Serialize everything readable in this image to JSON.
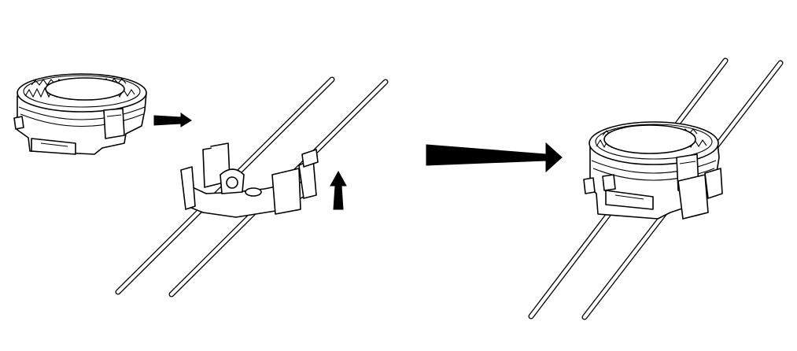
{
  "diagram": {
    "kind": "assembly-instruction",
    "steps": [
      {
        "name": "loose-parts",
        "parts": [
          "round-fixture-head",
          "mounting-bracket",
          "parallel-rods"
        ]
      },
      {
        "name": "assembled-unit",
        "parts": [
          "fixture-head-on-bracket",
          "parallel-rods"
        ]
      }
    ],
    "arrows": [
      {
        "name": "insert-head-arrow",
        "direction": "right"
      },
      {
        "name": "push-up-arrow",
        "direction": "up"
      },
      {
        "name": "result-arrow",
        "direction": "right"
      }
    ],
    "colors": {
      "line": "#000000",
      "fill": "#ffffff"
    }
  }
}
